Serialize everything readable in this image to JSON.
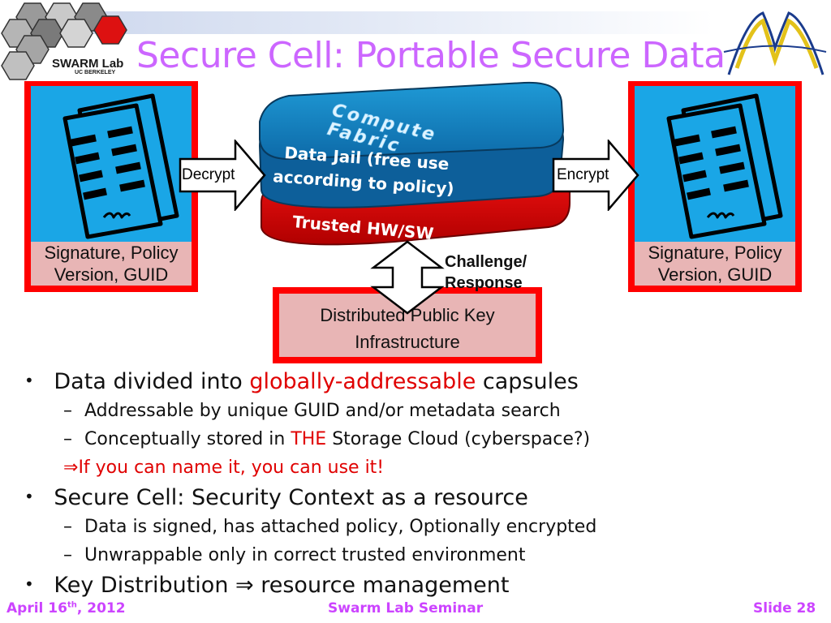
{
  "header": {
    "title": "Secure Cell: Portable Secure Data",
    "logo_text": "SWARM Lab",
    "logo_subtext": "UC BERKELEY"
  },
  "diagram": {
    "compute_fabric_label": "Compute Fabric",
    "data_jail_line1": "Data Jail (free use",
    "data_jail_line2": "according to policy)",
    "trusted_label": "Trusted HW/SW",
    "decrypt_label": "Decrypt",
    "encrypt_label": "Encrypt",
    "left_cell": {
      "line1": "Signature, Policy",
      "line2": "Version, GUID"
    },
    "right_cell": {
      "line1": "Signature, Policy",
      "line2": "Version, GUID"
    },
    "challenge_line1": "Challenge/",
    "challenge_line2": "Response",
    "pki_line1": "Distributed Public Key",
    "pki_line2": "Infrastructure"
  },
  "bullets": {
    "b1_pre": "Data divided into ",
    "b1_highlight": "globally-addressable",
    "b1_post": " capsules",
    "b1_sub1": "Addressable by unique GUID and/or metadata search",
    "b1_sub2_pre": "Conceptually stored in ",
    "b1_sub2_highlight": "THE",
    "b1_sub2_post": " Storage Cloud (cyberspace?)",
    "b1_implies": "If you can name it, you can use it!",
    "b2": "Secure Cell: Security Context as a resource",
    "b2_sub1": "Data is signed, has attached policy, Optionally encrypted",
    "b2_sub2": "Unwrappable only in correct trusted environment",
    "b3_pre": "Key Distribution ",
    "b3_post": " resource management",
    "bullet_char": "•",
    "dash_char": "–",
    "implies_char": "⇒"
  },
  "footer": {
    "date_pre": "April 16",
    "date_sup": "th",
    "date_post": ", 2012",
    "center": "Swarm Lab Seminar",
    "slide": "Slide 28"
  },
  "colors": {
    "title": "#cc66ff",
    "footer": "#cc44ff",
    "highlight_red": "#e00000",
    "cell_border": "#ff0000",
    "cell_fill": "#1aa6e6",
    "caption_fill": "#e8b5b5"
  }
}
